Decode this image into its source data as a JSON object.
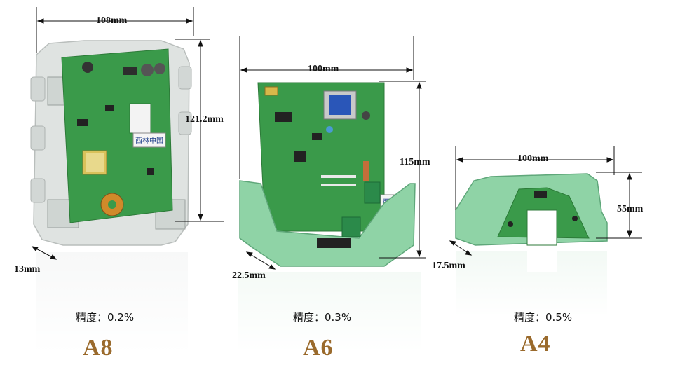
{
  "products": [
    {
      "model": "A8",
      "accuracy": "精度：0.2%",
      "dims": {
        "width": "108mm",
        "height": "121.2mm",
        "depth": "13mm"
      },
      "logo": "西林中国"
    },
    {
      "model": "A6",
      "accuracy": "精度：0.3%",
      "dims": {
        "width": "100mm",
        "height": "115mm",
        "depth": "22.5mm"
      },
      "logo": "西林中国"
    },
    {
      "model": "A4",
      "accuracy": "精度：0.5%",
      "dims": {
        "width": "100mm",
        "height": "55mm",
        "depth": "17.5mm"
      }
    }
  ],
  "colors": {
    "pcb": "#3a9a4a",
    "housing_green": "#8fd3a6",
    "housing_gray": "#dfe3e1",
    "model_text": "#9a6a2c"
  }
}
